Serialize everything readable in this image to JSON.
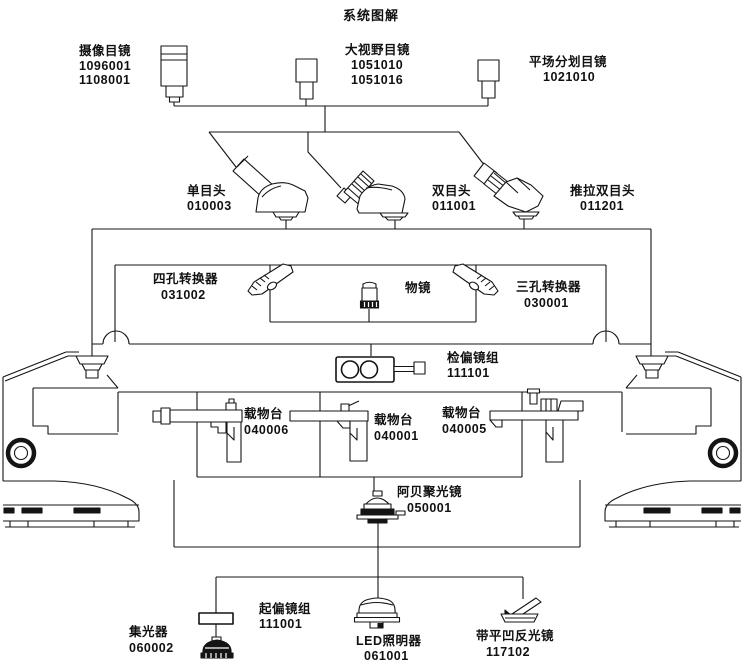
{
  "title": "系统图解",
  "diagram": {
    "line_color": "#141414",
    "background": "#ffffff",
    "type": "microscope-system-parts-diagram"
  },
  "components": {
    "camera_eyepiece": {
      "name": "摄像目镜",
      "codes": [
        "1096001",
        "1108001"
      ]
    },
    "wide_field_eyepiece": {
      "name": "大视野目镜",
      "codes": [
        "1051010",
        "1051016"
      ]
    },
    "plan_reticle_eyepiece": {
      "name": "平场分划目镜",
      "codes": [
        "1021010"
      ]
    },
    "monocular_head": {
      "name": "单目头",
      "codes": [
        "010003"
      ]
    },
    "binocular_head": {
      "name": "双目头",
      "codes": [
        "011001"
      ]
    },
    "sliding_binocular_head": {
      "name": "推拉双目头",
      "codes": [
        "011201"
      ]
    },
    "quadruple_nosepiece": {
      "name": "四孔转换器",
      "codes": [
        "031002"
      ]
    },
    "objective": {
      "name": "物镜",
      "codes": []
    },
    "triple_nosepiece": {
      "name": "三孔转换器",
      "codes": [
        "030001"
      ]
    },
    "analyzer_set": {
      "name": "检偏镜组",
      "codes": [
        "111101"
      ]
    },
    "stage_1": {
      "name": "载物台",
      "codes": [
        "040006"
      ]
    },
    "stage_2": {
      "name": "载物台",
      "codes": [
        "040001"
      ]
    },
    "stage_3": {
      "name": "载物台",
      "codes": [
        "040005"
      ]
    },
    "abbe_condenser": {
      "name": "阿贝聚光镜",
      "codes": [
        "050001"
      ]
    },
    "collector": {
      "name": "集光器",
      "codes": [
        "060002"
      ]
    },
    "polarizer_set": {
      "name": "起偏镜组",
      "codes": [
        "111001"
      ]
    },
    "led_illuminator": {
      "name": "LED照明器",
      "codes": [
        "061001"
      ]
    },
    "plano_concave_mirror": {
      "name": "带平凹反光镜",
      "codes": [
        "117102"
      ]
    }
  }
}
